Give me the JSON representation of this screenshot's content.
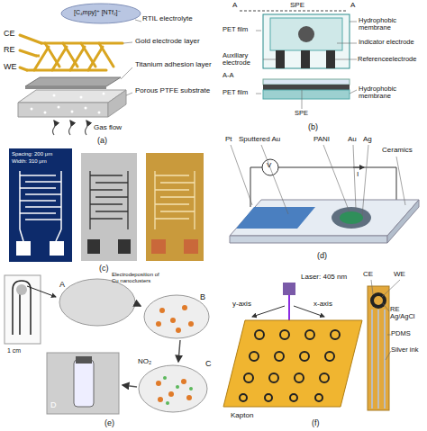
{
  "diagram": {
    "labels": [
      "CE",
      "RE",
      "WE",
      "[C₄mpy]⁺ [NTf₂]⁻",
      "RTIL electrolyte",
      "Gold electrode layer",
      "Titanium adhesion layer",
      "Porous PTFE substrate",
      "Gas flow",
      "(a)",
      "A",
      "A",
      "SPE",
      "Hydrophobic membrane",
      "PET film",
      "Indicator electrode",
      "Auxiliary electrode",
      "Referenceelectrode",
      "A-A",
      "PET film",
      "Hydrophobic membrane",
      "SPE",
      "(b)",
      "Spacing: 200 μm",
      "Width: 310 μm",
      "(c)",
      "Pt",
      "Sputtered Au",
      "PANI",
      "Au",
      "Ag",
      "Ceramics",
      "V",
      "I",
      "(d)",
      "1 cm",
      "A",
      "B",
      "Electrodeposition of Cu nanoclusters",
      "C",
      "NO₂",
      "D",
      "(e)",
      "Laser: 405 nm",
      "y-axis",
      "x-axis",
      "Kapton",
      "CE",
      "WE",
      "RE Ag/AgCl",
      "PDMS",
      "Silver ink",
      "(f)"
    ]
  }
}
